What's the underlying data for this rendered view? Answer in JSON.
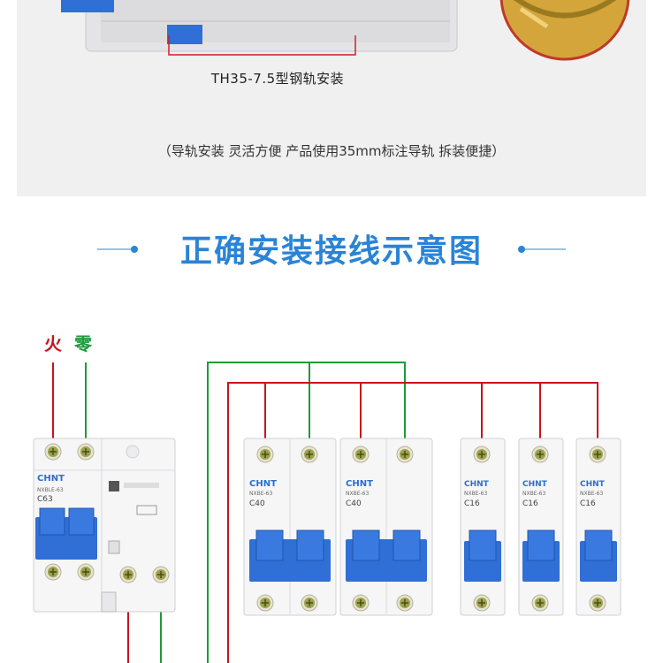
{
  "top": {
    "rail_caption": "TH35-7.5型钢轨安装",
    "sub_caption": "（导轨安装 灵活方便 产品使用35mm标注导轨 拆装便捷）"
  },
  "section_title": "正确安装接线示意图",
  "labels": {
    "live": "火",
    "neutral": "零"
  },
  "breakers": {
    "rcbo": {
      "brand": "CHNT",
      "model": "NXBLE-63",
      "rating": "C63"
    },
    "c40_a": {
      "brand": "CHNT",
      "model": "NXBE-63",
      "rating": "C40"
    },
    "c40_b": {
      "brand": "CHNT",
      "model": "NXBE-63",
      "rating": "C40"
    },
    "c16_a": {
      "brand": "CHNT",
      "model": "NXBE-63",
      "rating": "C16"
    },
    "c16_b": {
      "brand": "CHNT",
      "model": "NXBE-63",
      "rating": "C16"
    },
    "c16_c": {
      "brand": "CHNT",
      "model": "NXBE-63",
      "rating": "C16"
    }
  },
  "colors": {
    "live": "#c8141e",
    "neutral": "#1d9a3a",
    "accent": "#2a84d6",
    "handle": "#2f6fd6"
  }
}
